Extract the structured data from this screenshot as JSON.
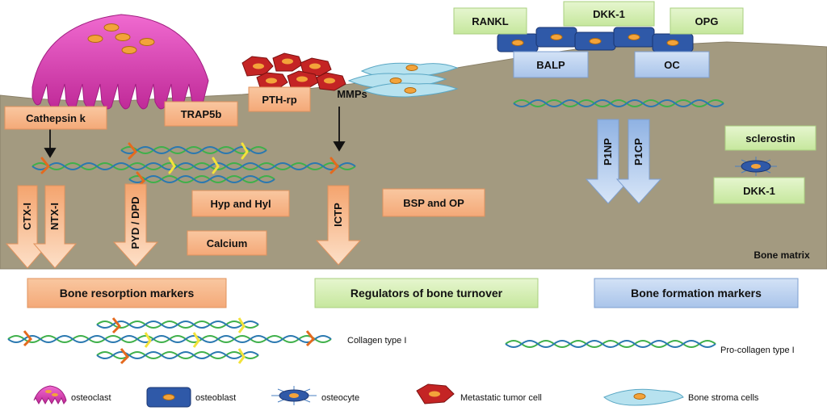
{
  "colors": {
    "matrix": "#a39a80",
    "matrix_edge": "#8a8068",
    "orange_box": "#f7b98c",
    "orange_box_edge": "#e0935e",
    "green_box": "#d8f0b8",
    "green_box_edge": "#a9cf7f",
    "blue_box": "#b9d0ef",
    "blue_box_edge": "#7e9fcf",
    "osteoclast": "#e040b8",
    "osteoblast": "#2f59a8",
    "tumor": "#c02020",
    "stroma": "#a9dcec",
    "collagen_green": "#3fb04a",
    "collagen_blue": "#2a78b0"
  },
  "markers": {
    "cathepsin_k": "Cathepsin k",
    "trap5b": "TRAP5b",
    "pth_rp": "PTH-rp",
    "mmps": "MMPs",
    "rankl": "RANKL",
    "dkk1_top": "DKK-1",
    "opg": "OPG",
    "balp": "BALP",
    "oc": "OC",
    "sclerostin": "sclerostin",
    "dkk1_bottom": "DKK-1",
    "hyp_hyl": "Hyp and Hyl",
    "calcium": "Calcium",
    "bsp_op": "BSP and OP"
  },
  "arrows": {
    "ctx": "CTX-I",
    "ntx": "NTX-I",
    "pyd": "PYD / DPD",
    "ictp": "ICTP",
    "p1np": "P1NP",
    "p1cp": "P1CP"
  },
  "bone_matrix_label": "Bone matrix",
  "categories": {
    "resorption": "Bone resorption markers",
    "regulators": "Regulators of bone turnover",
    "formation": "Bone formation markers"
  },
  "legend": {
    "collagen": "Collagen type I",
    "procollagen": "Pro-collagen type I",
    "osteoclast": "osteoclast",
    "osteoblast": "osteoblast",
    "osteocyte": "osteocyte",
    "tumor": "Metastatic tumor cell",
    "stroma": "Bone stroma cells"
  }
}
